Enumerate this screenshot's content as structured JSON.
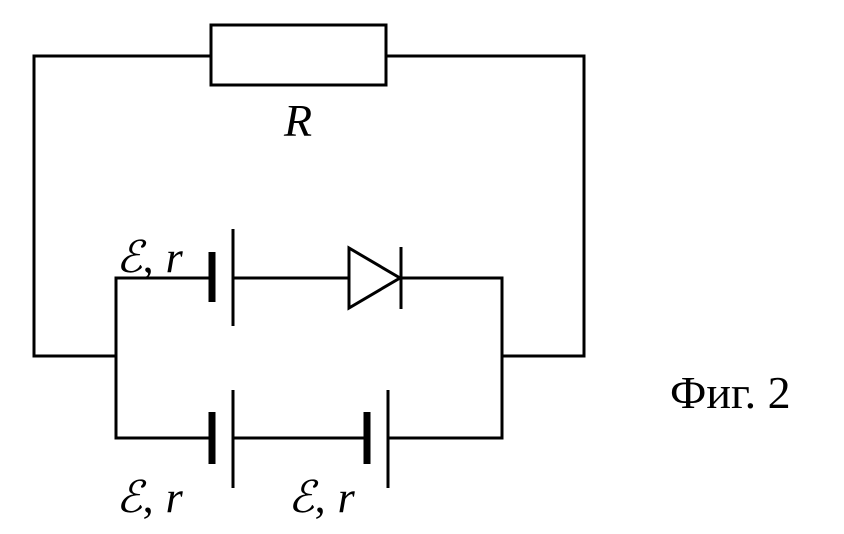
{
  "figure": {
    "caption": "Фиг. 2"
  },
  "resistor": {
    "label": "R"
  },
  "batteries": [
    {
      "emf": "ℰ",
      "sep": ",",
      "r": "r"
    },
    {
      "emf": "ℰ",
      "sep": ",",
      "r": "r"
    },
    {
      "emf": "ℰ",
      "sep": ",",
      "r": "r"
    }
  ],
  "colors": {
    "line": "#000000",
    "background": "#ffffff"
  }
}
